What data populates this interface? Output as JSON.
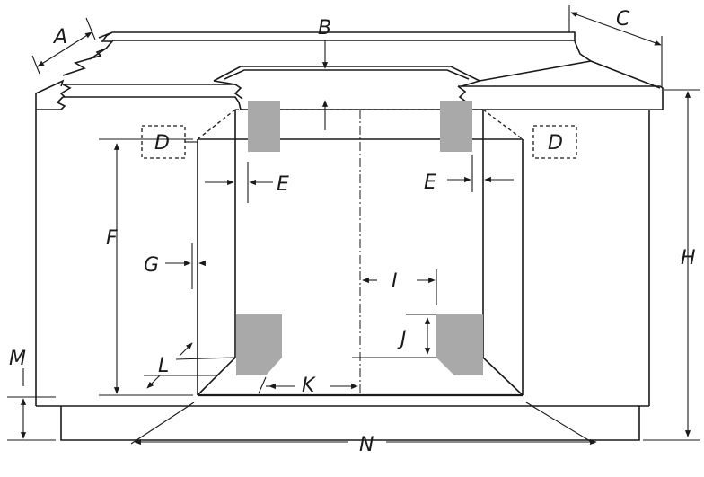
{
  "labels": {
    "A": "A",
    "B": "B",
    "C": "C",
    "D1": "D",
    "D2": "D",
    "E1": "E",
    "E2": "E",
    "F": "F",
    "G": "G",
    "H": "H",
    "I": "I",
    "J": "J",
    "K": "K",
    "L": "L",
    "M": "M",
    "N": "N"
  }
}
